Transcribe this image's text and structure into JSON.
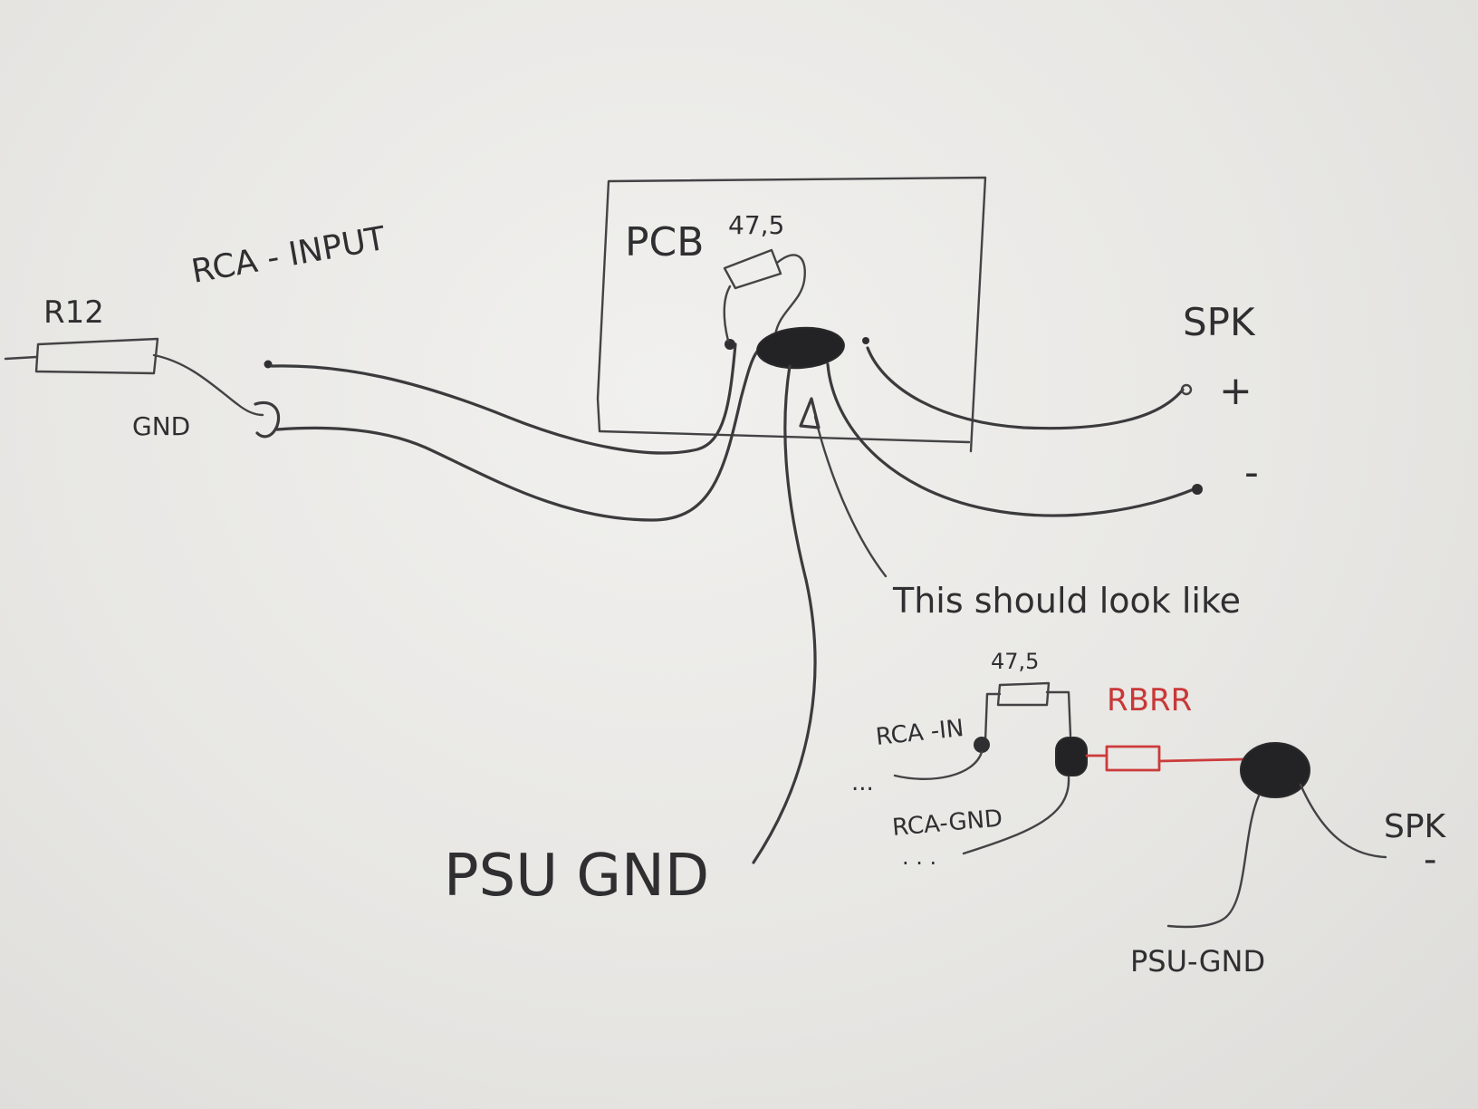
{
  "labels": {
    "r12": "R12",
    "rca_input": "RCA - INPUT",
    "gnd": "GND",
    "pcb": "PCB",
    "pcb_resistor": "47,5",
    "spk": "SPK",
    "plus": "+",
    "minus": "-",
    "psu_gnd": "PSU GND",
    "note": "This should look like",
    "detail_resistor": "47,5",
    "detail_red_resistor": "RBRR",
    "rca_in": "RCA -IN",
    "rca_gnd": "RCA-GND",
    "detail_spk": "SPK",
    "detail_spk_minus": "-",
    "psu_gnd_detail": "PSU-GND",
    "ellipsis_1": "...",
    "ellipsis_2": ". . ."
  },
  "colors": {
    "ink": "#3b3b3d",
    "red_ink": "#cc3b3b",
    "paper": "#ecebe9"
  }
}
